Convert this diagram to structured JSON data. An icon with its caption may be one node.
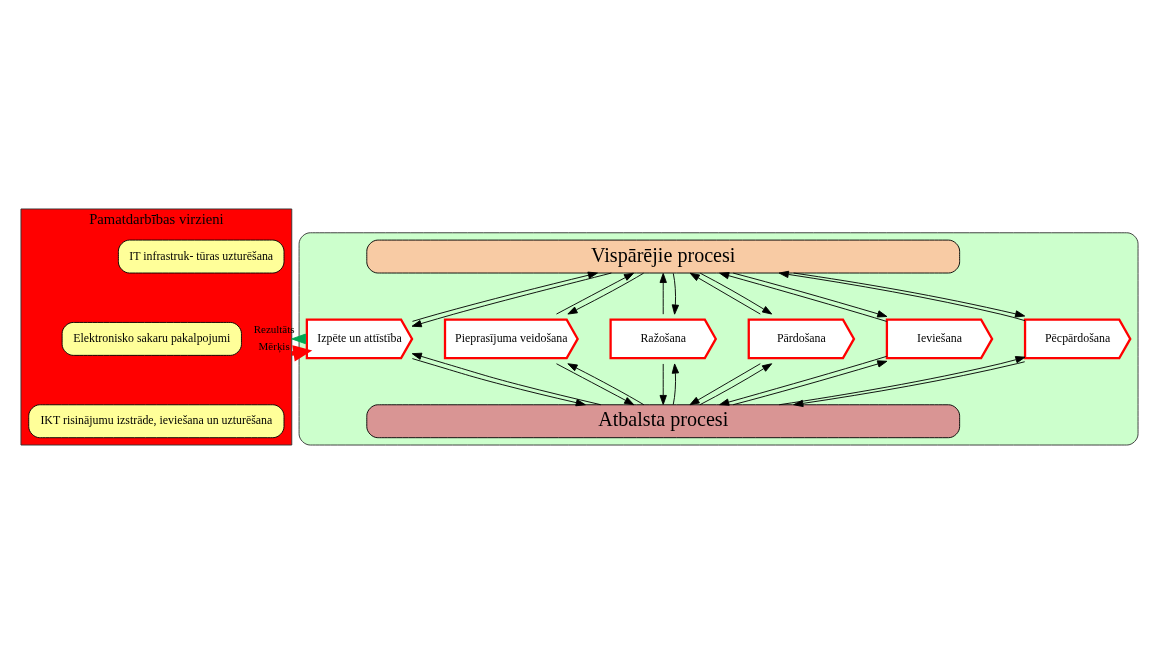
{
  "diagram": {
    "nodes": [
      {
        "text": [
          "Pamatdarbības virzieni"
        ]
      },
      {
        "text": [
          "IT infrastruk- tūras uzturēšana"
        ],
        "in": 0
      },
      {
        "text": [
          "Elektronisko sakaru pakalpojumi"
        ],
        "in": 0
      },
      {
        "text": [
          "IKT risinājumu izstrāde, ieviešana un uzturēšana"
        ],
        "in": 0
      },
      {
        "text": [],
        "shape": "box"
      },
      {
        "text": [
          "Vispārējie procesi"
        ],
        "in": 4
      },
      {
        "text": [
          "Izpēte un attīstība"
        ],
        "in": 4
      },
      {
        "text": [
          "Pieprasījuma veidošana"
        ],
        "in": 4
      },
      {
        "text": [
          "Ražošana"
        ],
        "in": 4
      },
      {
        "text": [
          "Pārdošana"
        ],
        "in": 4
      },
      {
        "text": [
          "Ieviešana"
        ],
        "in": 4
      },
      {
        "text": [
          "Pēcpārdošana"
        ],
        "in": 4
      },
      {
        "text": [
          "Atbalsta procesi"
        ],
        "in": 4
      }
    ],
    "edges": [
      {
        "from": 0,
        "to": 6,
        "arrow": "to",
        "label": "Mērķis",
        "style": "thick",
        "color": "#ff0000"
      },
      {
        "from": 4,
        "to": 0,
        "arrow": "to",
        "label": "Rezultāts",
        "color": "#00a651"
      },
      {
        "from": 6,
        "to": 5,
        "arrow": "to"
      },
      {
        "from": 5,
        "to": 6,
        "arrow": "to"
      },
      {
        "from": 7,
        "to": 5,
        "arrow": "to"
      },
      {
        "from": 5,
        "to": 7,
        "arrow": "to"
      },
      {
        "from": 8,
        "to": 5,
        "arrow": "to"
      },
      {
        "from": 5,
        "to": 8,
        "arrow": "to"
      },
      {
        "from": 9,
        "to": 5,
        "arrow": "to"
      },
      {
        "from": 5,
        "to": 9,
        "arrow": "to"
      },
      {
        "from": 10,
        "to": 5,
        "arrow": "to"
      },
      {
        "from": 5,
        "to": 10,
        "arrow": "to"
      },
      {
        "from": 11,
        "to": 5,
        "arrow": "to"
      },
      {
        "from": 5,
        "to": 11,
        "arrow": "to"
      },
      {
        "from": 12,
        "to": 6,
        "arrow": "to"
      },
      {
        "from": 6,
        "to": 12,
        "arrow": "to"
      },
      {
        "from": 7,
        "to": 12,
        "arrow": "to"
      },
      {
        "from": 12,
        "to": 7,
        "arrow": "to"
      },
      {
        "from": 8,
        "to": 12,
        "arrow": "to"
      },
      {
        "from": 12,
        "to": 8,
        "arrow": "to"
      },
      {
        "from": 9,
        "to": 12,
        "arrow": "to"
      },
      {
        "from": 12,
        "to": 9,
        "arrow": "to"
      },
      {
        "from": 10,
        "to": 12,
        "arrow": "to"
      },
      {
        "from": 12,
        "to": 10,
        "arrow": "to"
      },
      {
        "from": 12,
        "to": 11,
        "arrow": "to"
      },
      {
        "from": 11,
        "to": 12,
        "arrow": "to"
      }
    ]
  }
}
